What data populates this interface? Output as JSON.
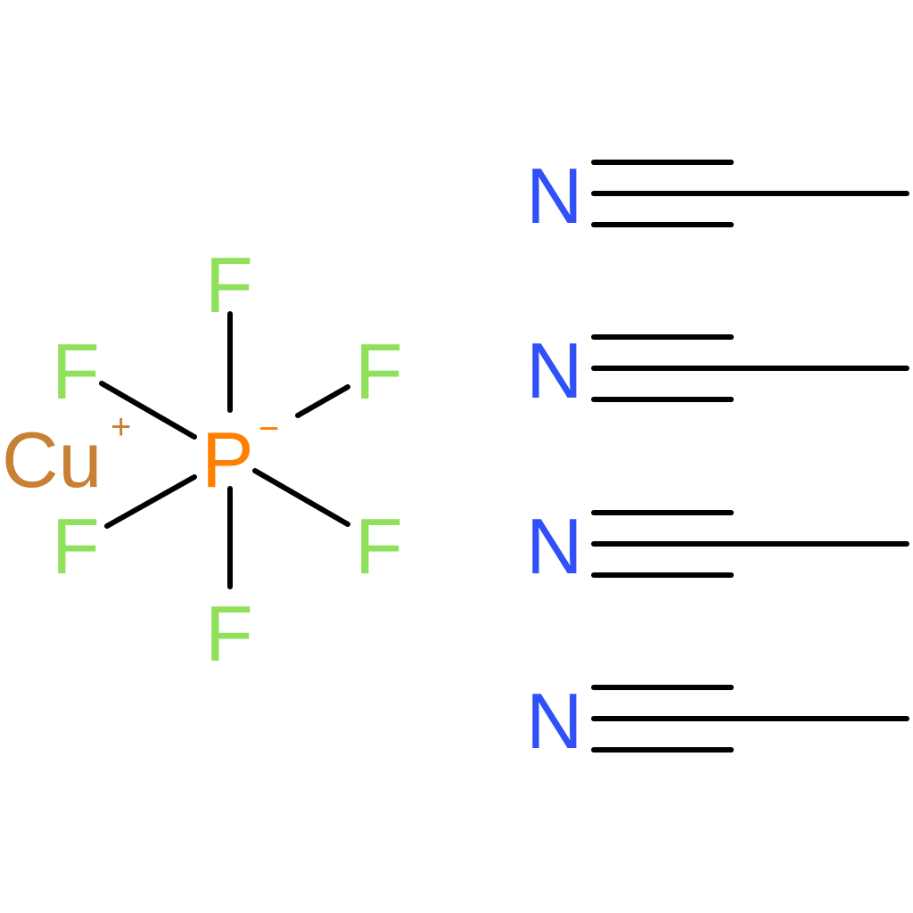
{
  "colors": {
    "background": "#ffffff",
    "bond": "#000000",
    "copper": "#C88033",
    "phosphorus": "#FF8000",
    "fluorine": "#8FE05A",
    "nitrogen": "#3050F8"
  },
  "cation": {
    "symbol": "Cu",
    "charge": "+"
  },
  "anion": {
    "center": {
      "symbol": "P",
      "charge": "−"
    },
    "ligands": [
      {
        "symbol": "F"
      },
      {
        "symbol": "F"
      },
      {
        "symbol": "F"
      },
      {
        "symbol": "F"
      },
      {
        "symbol": "F"
      },
      {
        "symbol": "F"
      }
    ]
  },
  "acetonitriles": [
    {
      "symbol": "N"
    },
    {
      "symbol": "N"
    },
    {
      "symbol": "N"
    },
    {
      "symbol": "N"
    }
  ]
}
